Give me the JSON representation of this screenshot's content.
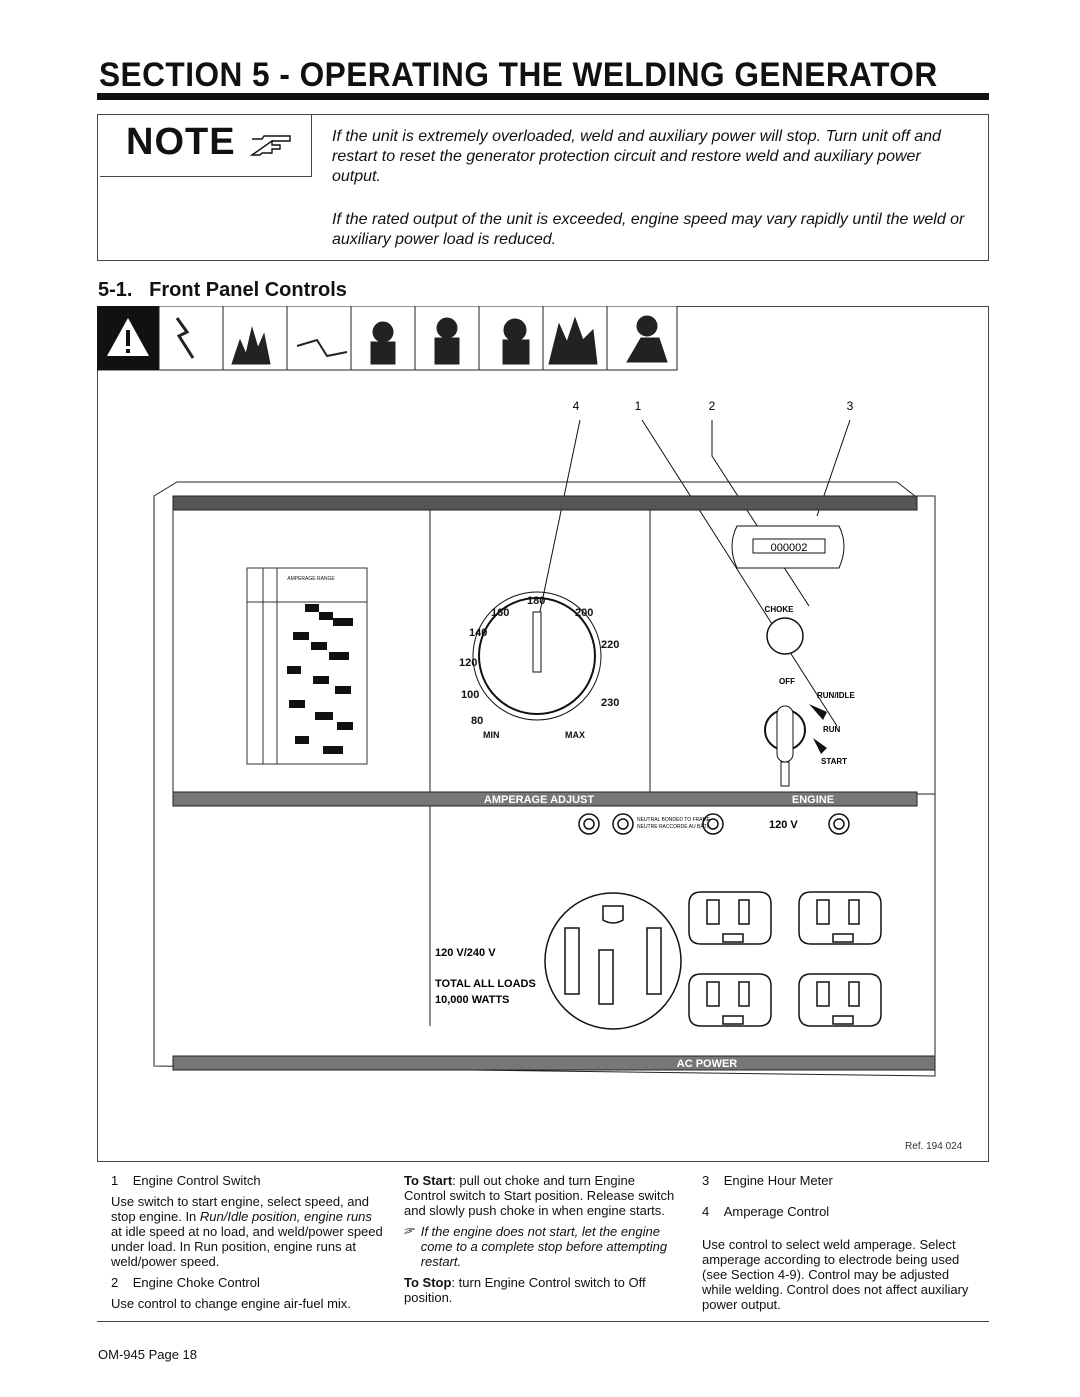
{
  "title": "SECTION 5 - OPERATING THE WELDING GENERATOR",
  "note": {
    "label": "NOTE",
    "icon": "pointing-hand-icon",
    "paragraphs": [
      "If the unit is extremely overloaded, weld and auxiliary power will stop. Turn unit off and restart to reset the generator protection circuit and restore weld and auxiliary power output.",
      "If the rated output of the unit is exceeded, engine speed may vary rapidly until the weld or auxiliary power load is reduced."
    ]
  },
  "section": {
    "number": "5-1.",
    "heading": "Front Panel Controls"
  },
  "figure": {
    "callouts": [
      "4",
      "1",
      "2",
      "3"
    ],
    "hour_meter": "000002",
    "panel_labels": {
      "amperage_adjust": "AMPERAGE ADJUST",
      "engine": "ENGINE",
      "ac_power": "AC POWER",
      "choke": "CHOKE",
      "off": "OFF",
      "run_idle": "RUN/IDLE",
      "run": "RUN",
      "start": "START",
      "neutral_bonded": "NEUTRAL BONDED TO FRAME",
      "neutre": "NEUTRE RACCORDÉ AU BÂTI",
      "v120": "120 V",
      "v120_240": "120 V/240 V",
      "total_loads": "TOTAL ALL LOADS",
      "watts": "10,000 WATTS",
      "amperage_range": "AMPERAGE RANGE"
    },
    "dial_labels": [
      "80",
      "100",
      "120",
      "140",
      "160",
      "180",
      "200",
      "220",
      "230",
      "MIN",
      "MAX"
    ],
    "ref": "Ref. 194 024"
  },
  "col1": {
    "item1_num": "1",
    "item1_title": "Engine Control Switch",
    "item1_text_a": "Use switch to start engine, select speed, and stop engine. In ",
    "item1_text_em": "Run/Idle position, engine runs",
    "item1_text_b": " at idle speed at no load, and weld/power speed under load. In Run position, engine runs at weld/power speed.",
    "item2_num": "2",
    "item2_title": "Engine Choke Control",
    "item2_text": "Use control to change engine air-fuel mix."
  },
  "col2": {
    "start_label": "To Start",
    "start_text": ": pull out choke and turn Engine Control switch to Start position. Release switch and slowly push choke in when engine starts.",
    "note_text": "If the engine does not start, let the engine come to a complete stop before attempting restart.",
    "stop_label": "To Stop",
    "stop_text": ": turn Engine Control switch to Off position."
  },
  "col3": {
    "item3_num": "3",
    "item3_title": "Engine Hour Meter",
    "item4_num": "4",
    "item4_title": "Amperage Control",
    "item4_text": "Use control to select weld amperage. Select amperage according to electrode being used (see Section 4-9). Control may be adjusted while welding. Control does not affect auxiliary power output."
  },
  "footer": "OM-945 Page 18"
}
